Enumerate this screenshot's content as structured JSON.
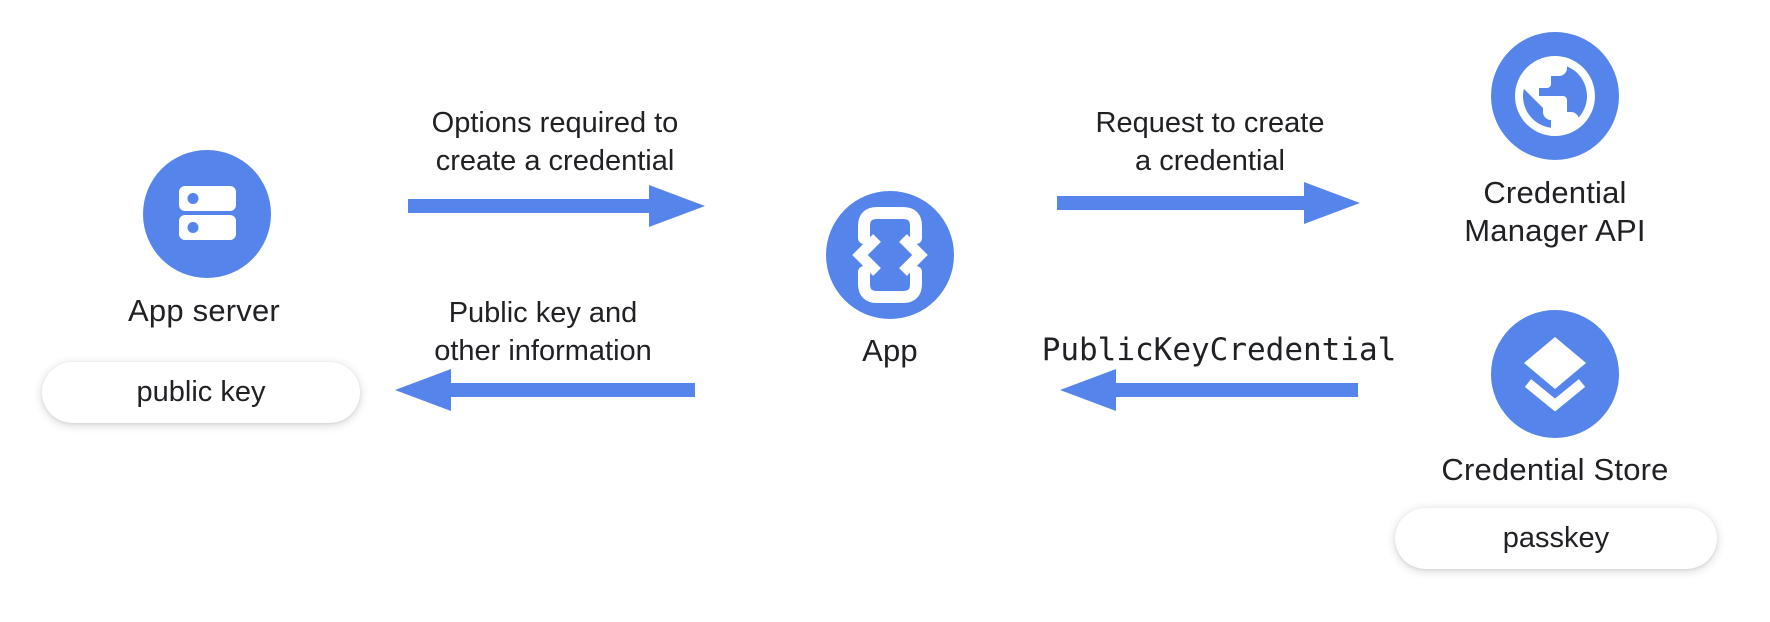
{
  "palette": {
    "accent_blue": "#5585EB",
    "text_dark": "#202124",
    "pill_bg": "#ffffff",
    "background": "#ffffff"
  },
  "nodes": {
    "app_server": {
      "label": "App server",
      "label_lines": [
        "App server"
      ],
      "icon": "server-icon",
      "badge": "public key"
    },
    "app": {
      "label": "App",
      "label_lines": [
        "App"
      ],
      "icon": "phone-code-icon"
    },
    "credential_manager": {
      "label": "Credential Manager API",
      "label_lines": [
        "Credential",
        "Manager API"
      ],
      "icon": "globe-icon"
    },
    "credential_store": {
      "label": "Credential Store",
      "label_lines": [
        "Credential Store"
      ],
      "icon": "layers-icon",
      "badge": "passkey"
    }
  },
  "arrows": [
    {
      "id": "options-arrow",
      "direction": "right",
      "from": "App server",
      "to": "App",
      "label": "Options required to create a credential",
      "label_lines": [
        "Options required to",
        "create a credential"
      ]
    },
    {
      "id": "public-key-arrow",
      "direction": "left",
      "from": "App",
      "to": "App server",
      "label": "Public key and other information",
      "label_lines": [
        "Public key and",
        "other information"
      ]
    },
    {
      "id": "request-arrow",
      "direction": "right",
      "from": "App",
      "to": "Credential Manager API",
      "label": "Request to create a credential",
      "label_lines": [
        "Request to create",
        "a credential"
      ]
    },
    {
      "id": "publickeycredential-arrow",
      "direction": "left",
      "from": "Credential Store",
      "to": "App",
      "label": "PublicKeyCredential",
      "label_lines": [
        "PublicKeyCredential"
      ],
      "mono": true
    }
  ]
}
